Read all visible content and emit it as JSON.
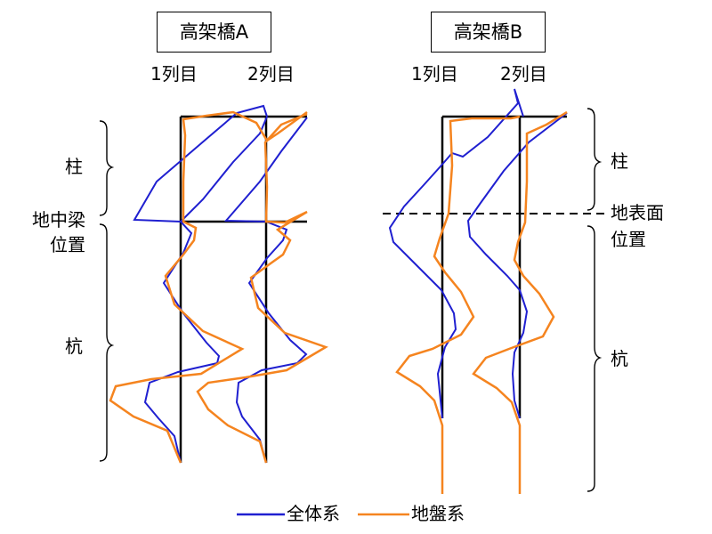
{
  "bridge_a": {
    "title": "高架橋A",
    "col1": "1列目",
    "col2": "2列目",
    "label_column": "柱",
    "label_beam_1": "地中梁",
    "label_beam_2": "位置",
    "label_pile": "杭"
  },
  "bridge_b": {
    "title": "高架橋B",
    "col1": "1列目",
    "col2": "2列目",
    "label_column": "柱",
    "label_ground_1": "地表面",
    "label_ground_2": "位置",
    "label_pile": "杭"
  },
  "legend": {
    "items": [
      {
        "label": "全体系",
        "color": "#1f1fd0"
      },
      {
        "label": "地盤系",
        "color": "#f5841f"
      }
    ]
  },
  "colors": {
    "frame": "#000000",
    "global_system": "#1f1fd0",
    "ground_system": "#f5841f"
  }
}
